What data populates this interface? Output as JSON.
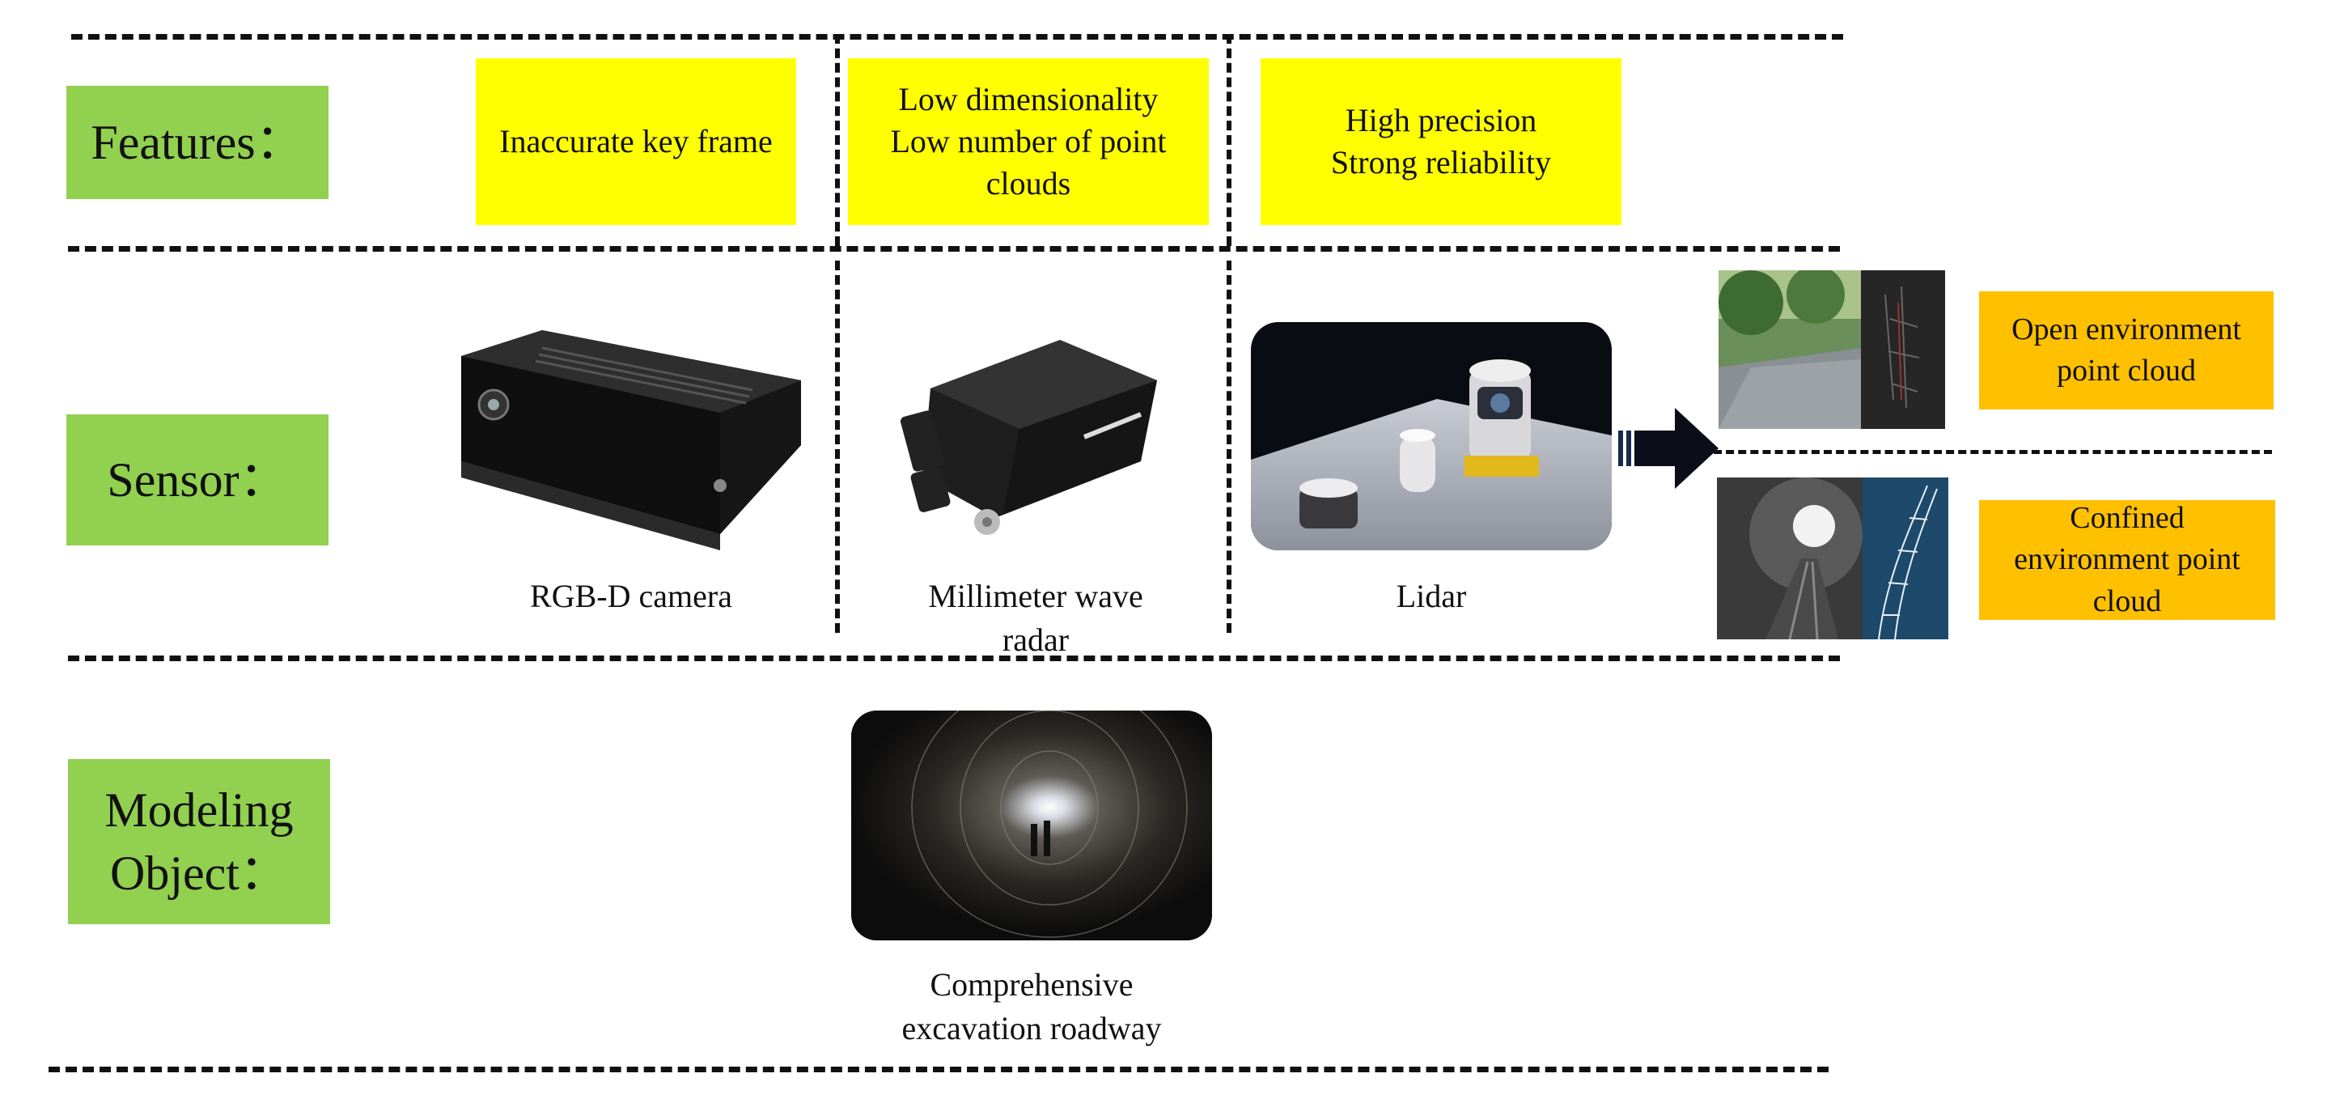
{
  "rows": {
    "features": "Features：",
    "sensor": "Sensor：",
    "modeling": [
      "Modeling",
      "Object："
    ]
  },
  "features": {
    "camera": "Inaccurate key frame",
    "radar": [
      "Low dimensionality",
      "Low number of point",
      "clouds"
    ],
    "lidar": [
      "High precision",
      "Strong reliability"
    ]
  },
  "sensors": {
    "camera": "RGB-D camera",
    "radar": [
      "Millimeter wave",
      "radar"
    ],
    "lidar": "Lidar"
  },
  "point_clouds": {
    "open": [
      "Open environment",
      "point cloud"
    ],
    "confined": [
      "Confined",
      "environment point",
      "cloud"
    ]
  },
  "modeling_object": [
    "Comprehensive",
    "excavation roadway"
  ],
  "colors": {
    "row_label": "#92d050",
    "feature_box": "#ffff00",
    "point_cloud_box": "#ffc000"
  }
}
